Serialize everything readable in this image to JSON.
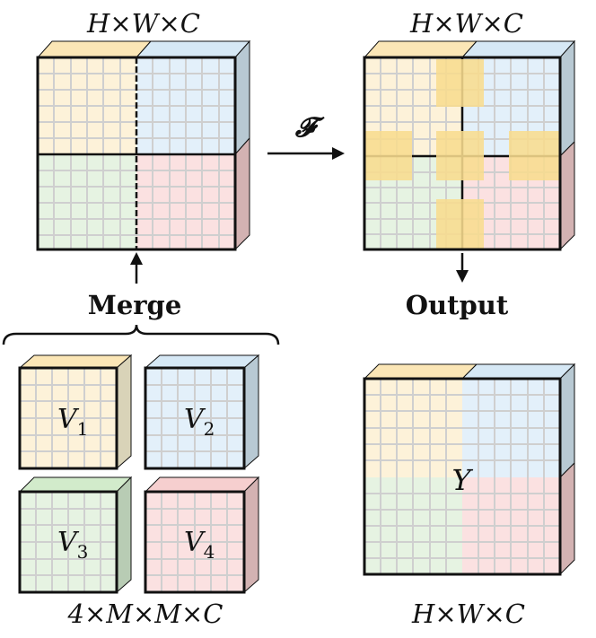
{
  "labels": {
    "input_dims": "H×W×C",
    "output_dims": "H×W×C",
    "result_dims": "H×W×C",
    "patch_dims": "4×M×M×C",
    "operator": "𝓕",
    "merge": "Merge",
    "output": "Output",
    "v1_base": "V",
    "v1_sub": "1",
    "v2_base": "V",
    "v2_sub": "2",
    "v3_base": "V",
    "v3_sub": "3",
    "v4_base": "V",
    "v4_sub": "4",
    "result_symbol": "Y"
  },
  "colors": {
    "yellow": "#fdf2d9",
    "blue": "#e3f0fa",
    "green": "#e6f3e2",
    "red": "#fbe1e1",
    "yellow_top": "#fbe6b6",
    "blue_top": "#d6e8f5",
    "green_top": "#d2ebcb",
    "red_top": "#f6cfcf",
    "yellow_side": "#d9d3b8",
    "blue_side": "#b8c9d3",
    "green_side": "#b8ccb4",
    "red_side": "#d3b2b2",
    "highlight": "#f8dc8e",
    "grid_line": "#cfcfcf",
    "edge": "#111111"
  },
  "icons": [
    "arrow-right-icon",
    "arrow-up-icon",
    "arrow-down-icon",
    "curly-brace-icon"
  ]
}
